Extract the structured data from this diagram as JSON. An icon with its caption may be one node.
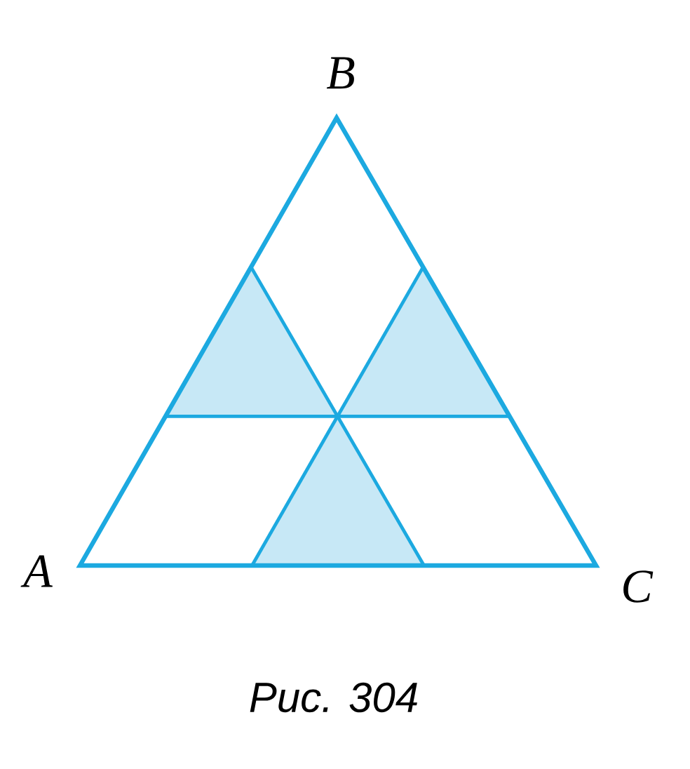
{
  "diagram": {
    "caption": "Рис. 304",
    "labels": [
      "B",
      "A",
      "C"
    ]
  }
}
